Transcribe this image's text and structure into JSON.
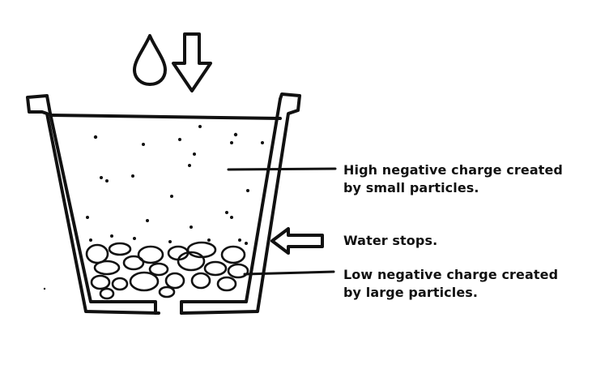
{
  "labels": {
    "high_charge": {
      "line1": "High negative charge created",
      "line2": "by small particles."
    },
    "water_stops": {
      "line1": "Water stops."
    },
    "low_charge": {
      "line1": "Low negative charge created",
      "line2": "by large particles."
    }
  },
  "icons": [
    "water-drop-icon",
    "down-arrow-icon",
    "left-arrow-icon"
  ],
  "colors": {
    "ink": "#111111",
    "background": "#ffffff"
  }
}
